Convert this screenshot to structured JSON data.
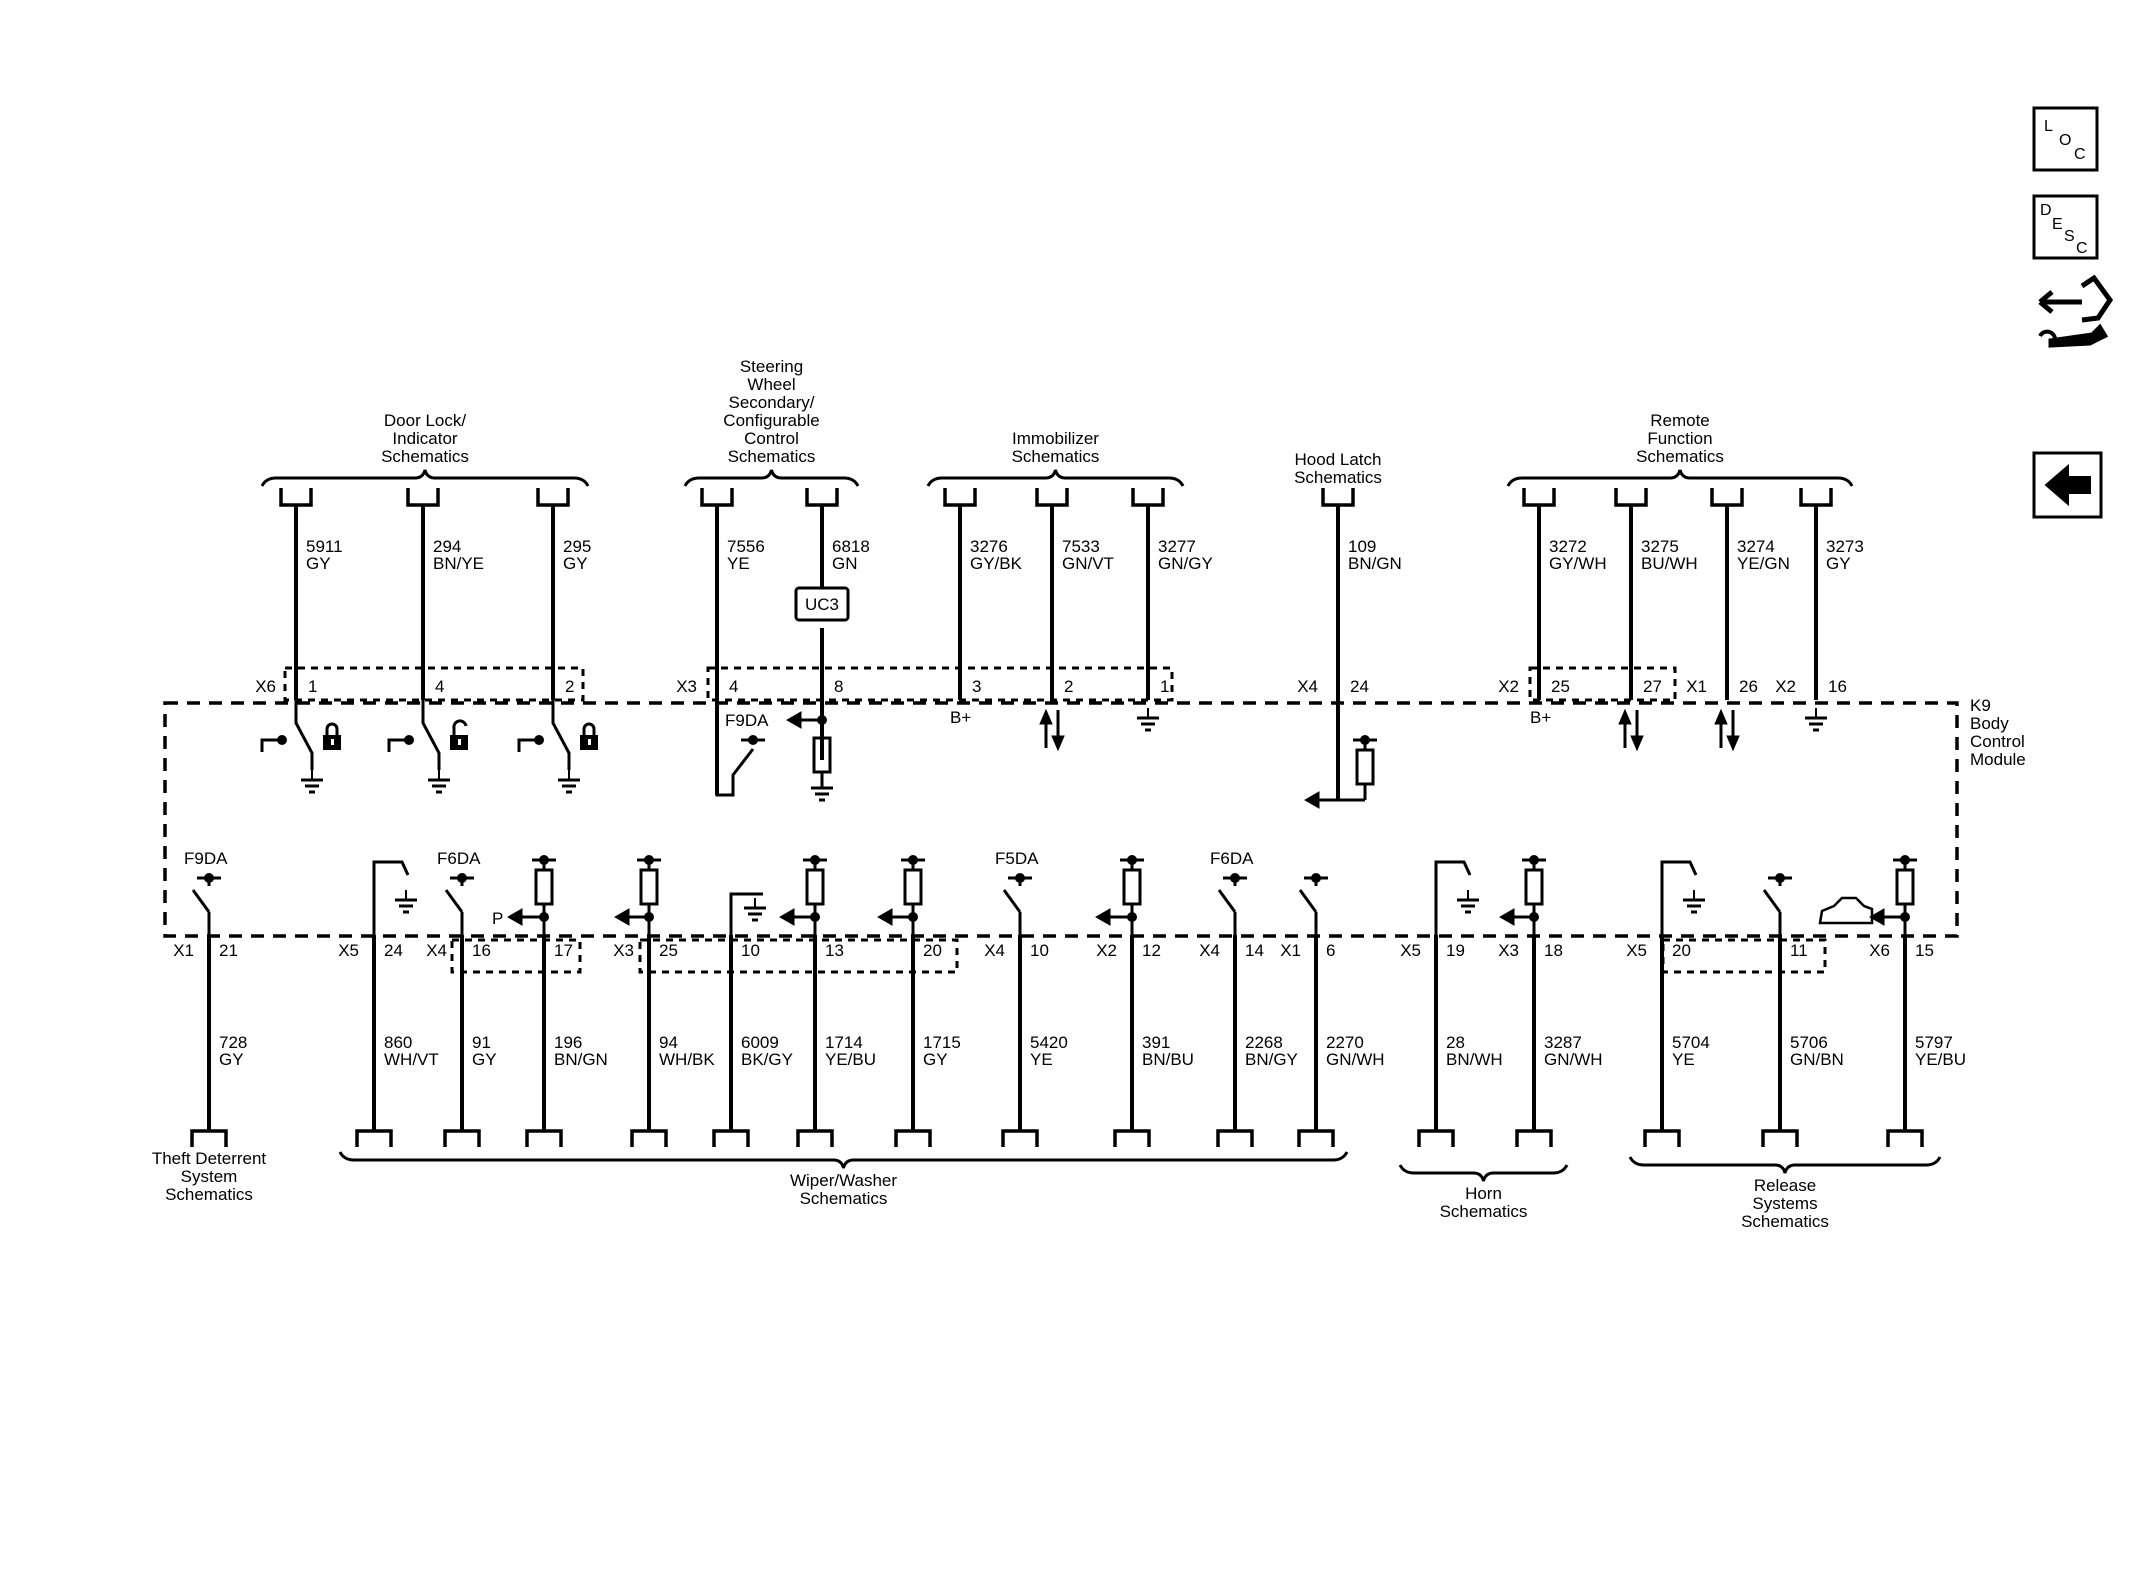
{
  "module": {
    "lines": [
      "K9",
      "Body",
      "Control",
      "Module"
    ]
  },
  "nav": {
    "loc_letters": [
      "L",
      "O",
      "C"
    ],
    "desc_letters": [
      "D",
      "E",
      "S",
      "C"
    ],
    "loc_icon": "loc-icon",
    "desc_icon": "desc-icon",
    "connector_tool_icon": "connector-wrench-icon",
    "back_icon": "back-arrow-icon"
  },
  "top_groups": [
    {
      "lines": [
        "Door Lock/",
        "Indicator",
        "Schematics"
      ]
    },
    {
      "lines": [
        "Steering",
        "Wheel",
        "Secondary/",
        "Configurable",
        "Control",
        "Schematics"
      ]
    },
    {
      "lines": [
        "Immobilizer",
        "Schematics"
      ]
    },
    {
      "lines": [
        "Hood Latch",
        "Schematics"
      ]
    },
    {
      "lines": [
        "Remote",
        "Function",
        "Schematics"
      ]
    }
  ],
  "bottom_groups": [
    {
      "lines": [
        "Theft Deterrent",
        "System",
        "Schematics"
      ]
    },
    {
      "lines": [
        "Wiper/Washer",
        "Schematics"
      ]
    },
    {
      "lines": [
        "Horn",
        "Schematics"
      ]
    },
    {
      "lines": [
        "Release",
        "Systems",
        "Schematics"
      ]
    }
  ],
  "top_wires": [
    {
      "circuit": "5911",
      "color": "GY",
      "connector": "X6",
      "pin": "1"
    },
    {
      "circuit": "294",
      "color": "BN/YE",
      "connector": "",
      "pin": "4"
    },
    {
      "circuit": "295",
      "color": "GY",
      "connector": "",
      "pin": "2"
    },
    {
      "circuit": "7556",
      "color": "YE",
      "connector": "X3",
      "pin": "4"
    },
    {
      "circuit": "6818",
      "color": "GN",
      "connector": "",
      "pin": "8"
    },
    {
      "circuit": "3276",
      "color": "GY/BK",
      "connector": "",
      "pin": "3"
    },
    {
      "circuit": "7533",
      "color": "GN/VT",
      "connector": "",
      "pin": "2"
    },
    {
      "circuit": "3277",
      "color": "GN/GY",
      "connector": "",
      "pin": "1"
    },
    {
      "circuit": "109",
      "color": "BN/GN",
      "connector": "X4",
      "pin": "24"
    },
    {
      "circuit": "3272",
      "color": "GY/WH",
      "connector": "X2",
      "pin": "25"
    },
    {
      "circuit": "3275",
      "color": "BU/WH",
      "connector": "",
      "pin": "27"
    },
    {
      "circuit": "3274",
      "color": "YE/GN",
      "connector": "X1",
      "pin": "26"
    },
    {
      "circuit": "3273",
      "color": "GY",
      "connector": "X2",
      "pin": "16"
    }
  ],
  "bottom_wires": [
    {
      "circuit": "728",
      "color": "GY",
      "connector": "X1",
      "pin": "21"
    },
    {
      "circuit": "860",
      "color": "WH/VT",
      "connector": "X5",
      "pin": "24"
    },
    {
      "circuit": "91",
      "color": "GY",
      "connector": "X4",
      "pin": "16"
    },
    {
      "circuit": "196",
      "color": "BN/GN",
      "connector": "",
      "pin": "17"
    },
    {
      "circuit": "94",
      "color": "WH/BK",
      "connector": "X3",
      "pin": "25"
    },
    {
      "circuit": "6009",
      "color": "BK/GY",
      "connector": "",
      "pin": "10"
    },
    {
      "circuit": "1714",
      "color": "YE/BU",
      "connector": "",
      "pin": "13"
    },
    {
      "circuit": "1715",
      "color": "GY",
      "connector": "",
      "pin": "20"
    },
    {
      "circuit": "5420",
      "color": "YE",
      "connector": "X4",
      "pin": "10"
    },
    {
      "circuit": "391",
      "color": "BN/BU",
      "connector": "X2",
      "pin": "12"
    },
    {
      "circuit": "2268",
      "color": "BN/GY",
      "connector": "X4",
      "pin": "14"
    },
    {
      "circuit": "2270",
      "color": "GN/WH",
      "connector": "X1",
      "pin": "6"
    },
    {
      "circuit": "28",
      "color": "BN/WH",
      "connector": "X5",
      "pin": "19"
    },
    {
      "circuit": "3287",
      "color": "GN/WH",
      "connector": "X3",
      "pin": "18"
    },
    {
      "circuit": "5704",
      "color": "YE",
      "connector": "X5",
      "pin": "20"
    },
    {
      "circuit": "5706",
      "color": "GN/BN",
      "connector": "",
      "pin": "11"
    },
    {
      "circuit": "5797",
      "color": "YE/BU",
      "connector": "X6",
      "pin": "15"
    }
  ],
  "internal_labels": {
    "f9da_top": "F9DA",
    "b_plus_1": "B+",
    "b_plus_2": "B+",
    "f9da_bottom": "F9DA",
    "f6da_1": "F6DA",
    "p_label": "P",
    "f5da": "F5DA",
    "f6da_2": "F6DA"
  },
  "uc3": "UC3"
}
